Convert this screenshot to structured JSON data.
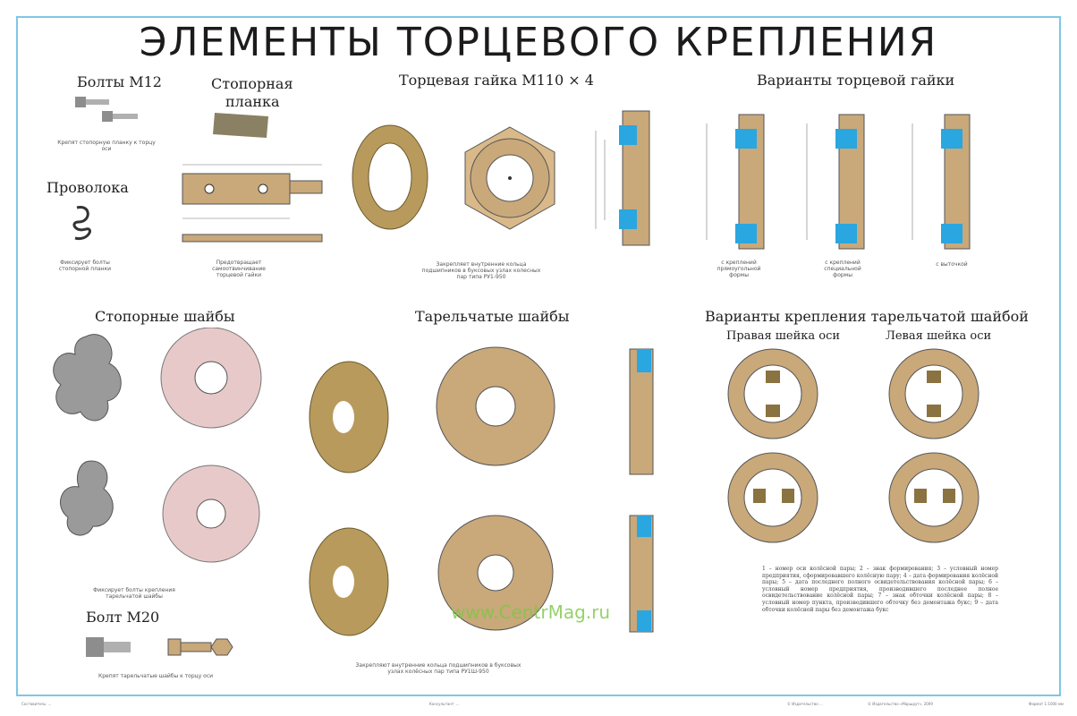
{
  "title": "ЭЛЕМЕНТЫ ТОРЦЕВОГО КРЕПЛЕНИЯ",
  "sections": {
    "bolts_m12": "Болты М12",
    "stop_plate_line1": "Стопорная",
    "stop_plate_line2": "планка",
    "end_nut": "Торцевая гайка М110 × 4",
    "nut_variants": "Варианты торцевой гайки",
    "wire": "Проволока",
    "stop_washers": "Стопорные шайбы",
    "disc_washers": "Тарельчатые шайбы",
    "disc_variants": "Варианты крепления тарельчатой шайбой",
    "right_neck": "Правая шейка оси",
    "left_neck": "Левая шейка оси",
    "bolt_m20": "Болт М20"
  },
  "notes": {
    "bolts_m12": "Крепят стопорную планку к торцу оси",
    "wire": "Фиксирует болты стопорной планки",
    "stop_plate": "Предотвращает самоотвинчивание торцевой гайки",
    "end_nut": "Закрепляет внутренние кольца подшипников в буксовых узлах колесных пар типа РУ1-950",
    "nut_var1": "с креплений прямоугольной формы",
    "nut_var2": "с креплений специальной формы",
    "nut_var3": "с выточкой",
    "stop_washers": "Фиксирует болты крепления тарельчатой шайбы",
    "bolt_m20": "Крепят тарельчатые шайбы к торцу оси",
    "disc_washers": "Закрепляют внутренние кольца подшипников в буксовых узлах колёсных пар типа РУ1Ш-950"
  },
  "legend": "1 – номер оси колёсной пары; 2 – знак формирования; 3 – условный номер предприятия, сформировавшего колёсную пару; 4 – дата формирования колёсной пары; 5 – дата последнего полного освидетельствования колёсной пары; 6 – условный номер предприятия, производившего последнее полное освидетельствование колёсной пары; 7 – знак обточки колёсной пары; 8 – условный номер пункта, производившего обточку без демонтажа букс; 9 – дата обточки колёсной пары без демонтажа букс",
  "watermark": "www.CentrMag.ru",
  "footer": [
    "Составитель: ...",
    "Консультант: ...",
    "© Издательство ...",
    "© Издательство «Маршрут», 2009",
    "Формат 1:1000 мм"
  ],
  "colors": {
    "frame": "#7ec7e6",
    "part": "#c9a87a",
    "seal": "#2aa6e0",
    "washer": "#e8c9c9",
    "metal": "#9a9a9a"
  },
  "icons": [
    "bolt-icon",
    "nut-icon",
    "washer-icon",
    "wire-icon"
  ]
}
